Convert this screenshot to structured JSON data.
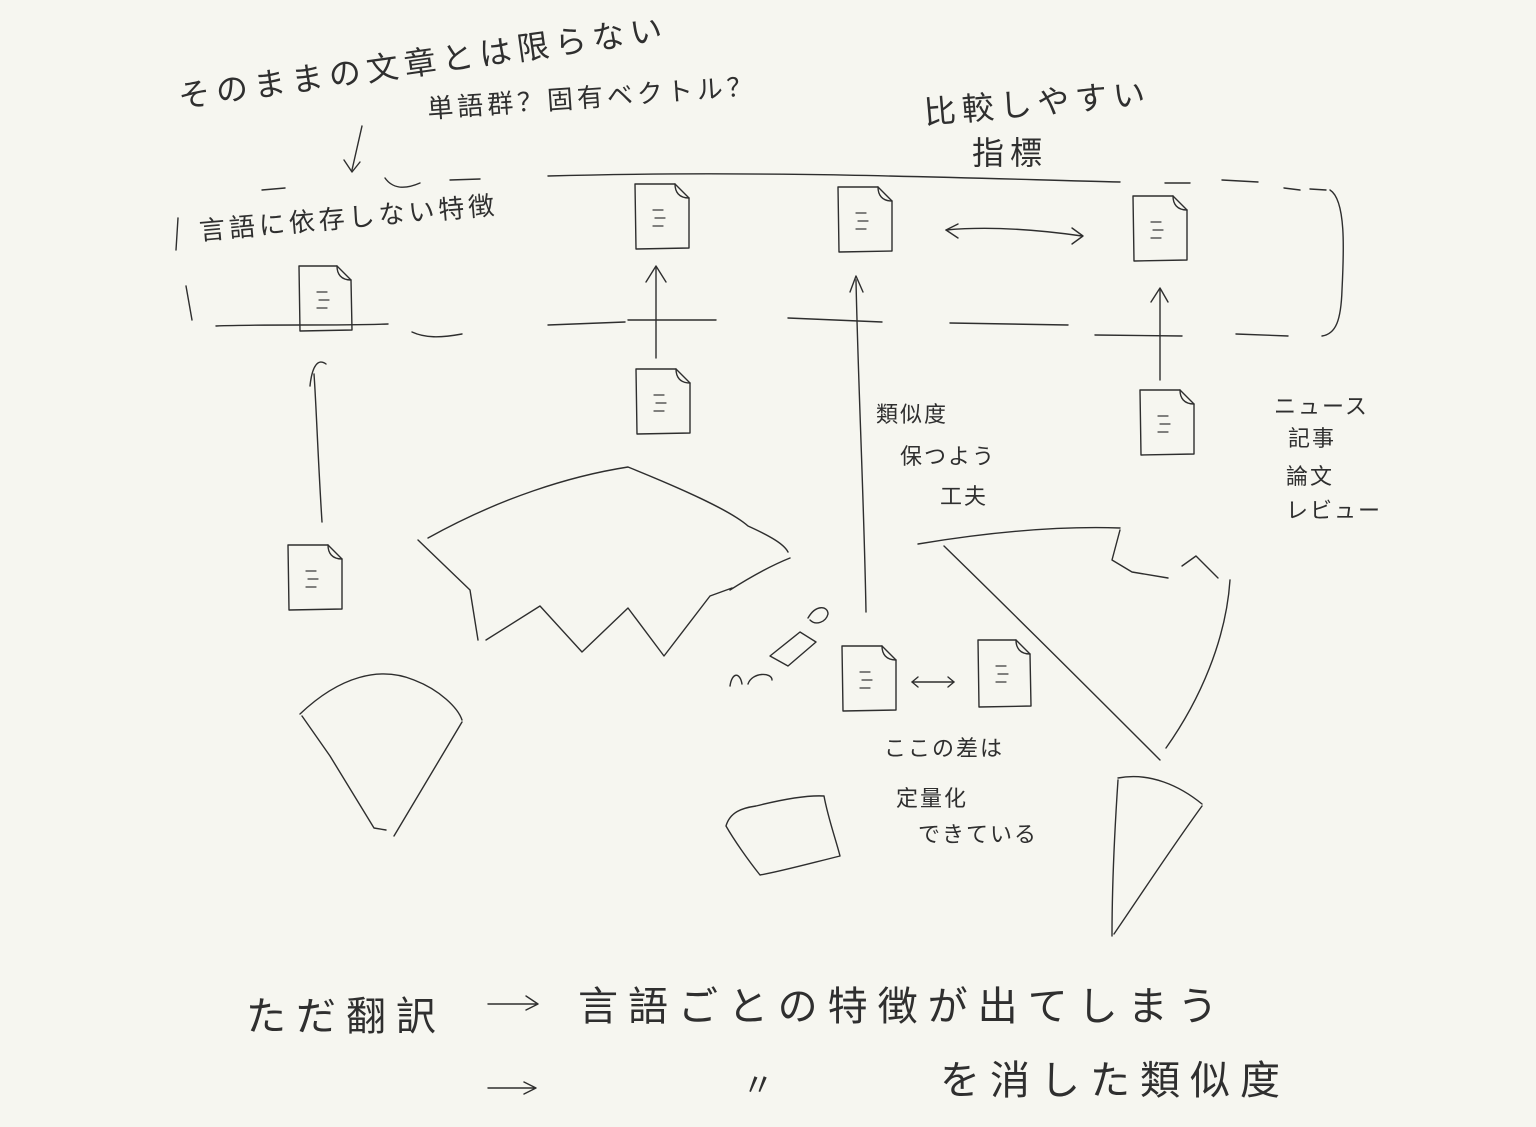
{
  "annotations": {
    "top_left_line1": "そのままの文章とは限らない",
    "top_left_line2": "単語群？固有ベクトル？",
    "top_right_line1": "比較しやすい",
    "top_right_line2": "指標",
    "language_independent_features": "言語に依存しない特徴",
    "similarity_line1": "類似度",
    "similarity_line2": "保つよう",
    "similarity_line3": "工夫",
    "difference_line1": "ここの差は",
    "difference_line2": "定量化",
    "difference_line3": "できている",
    "examples_line1": "ニュース",
    "examples_line2": "記事",
    "examples_line3": "論文",
    "examples_line4": "レビュー"
  },
  "bottom": {
    "line1_left": "ただ翻訳",
    "line1_right": "言語ごとの特徴が出てしまう",
    "line2_ditto": "〃",
    "line2_right": "を消した類似度"
  }
}
